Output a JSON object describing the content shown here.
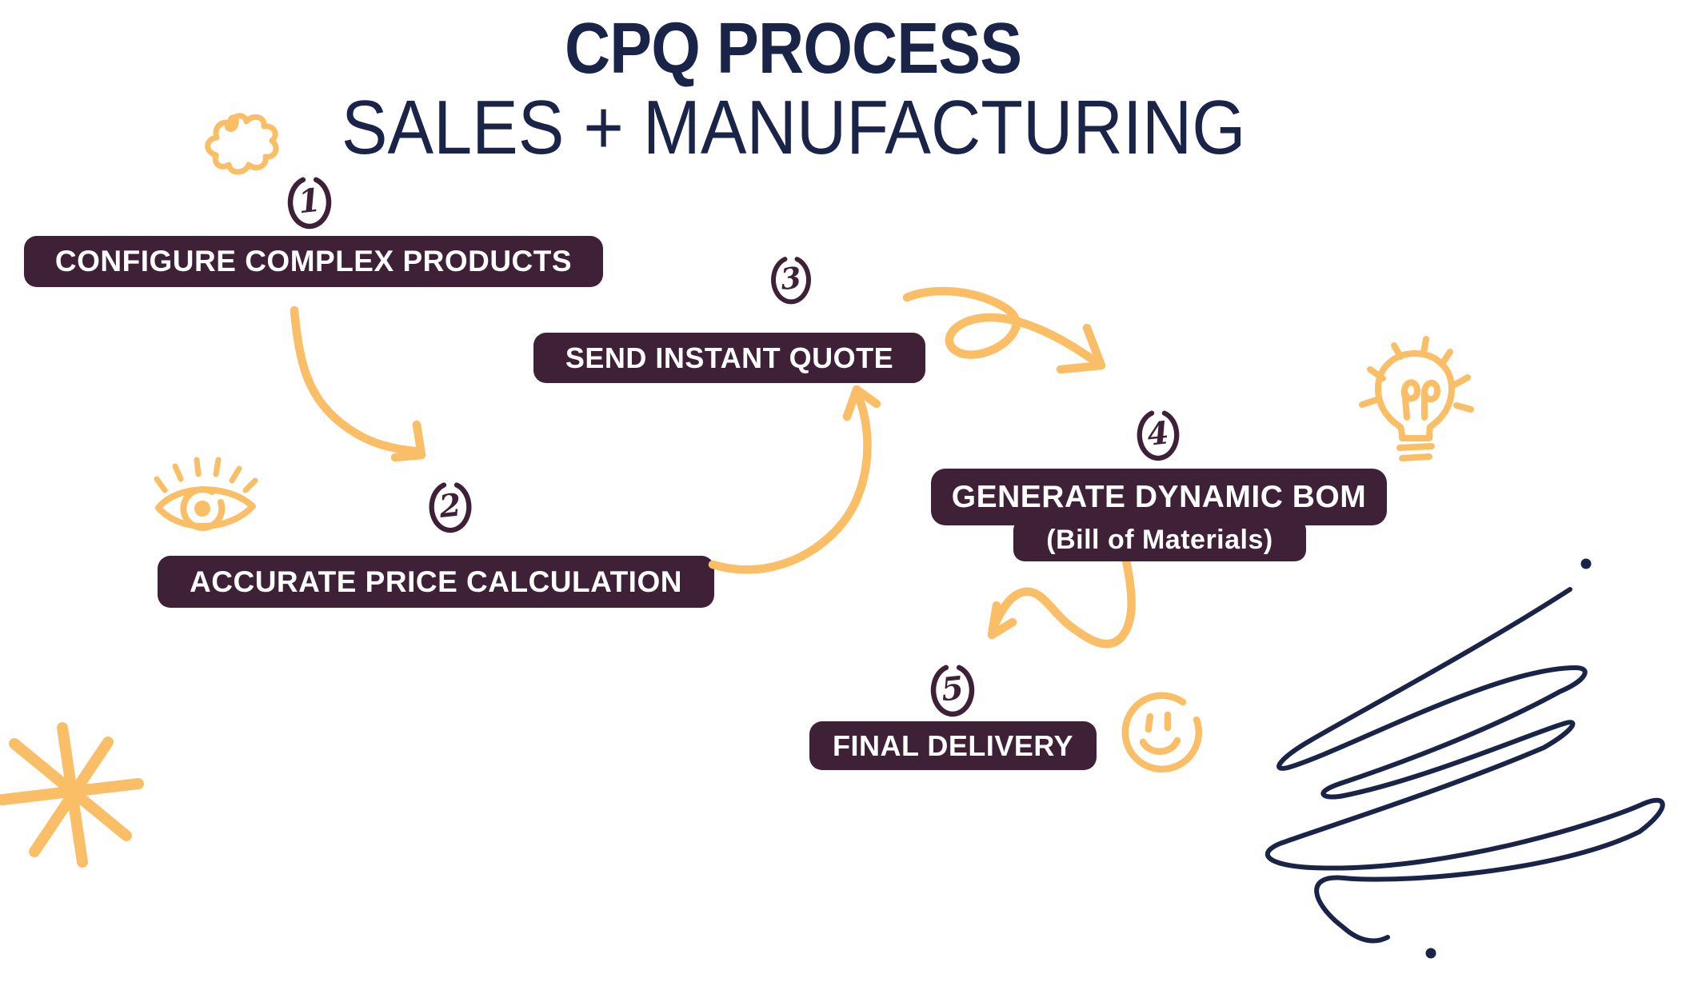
{
  "title": {
    "line1": "CPQ PROCESS",
    "line2": "SALES + MANUFACTURING"
  },
  "steps": [
    {
      "number": "1",
      "label": "CONFIGURE COMPLEX PRODUCTS"
    },
    {
      "number": "2",
      "label": "ACCURATE PRICE CALCULATION"
    },
    {
      "number": "3",
      "label": "SEND INSTANT QUOTE"
    },
    {
      "number": "4",
      "label": "GENERATE DYNAMIC BOM",
      "sublabel": "(Bill of Materials)"
    },
    {
      "number": "5",
      "label": "FINAL DELIVERY"
    }
  ],
  "decorations": [
    "cloud-doodle",
    "eye-doodle",
    "lightbulb-doodle",
    "smiley-doodle",
    "asterisk-doodle",
    "navy-scribble-doodle",
    "arrow-step1-to-step2",
    "arrow-step2-to-step3",
    "arrow-step3-to-step4",
    "arrow-step4-to-step5"
  ],
  "colors": {
    "navy": "#1A2348",
    "plum": "#3F2137",
    "yellow": "#F9BE66",
    "white": "#FFFFFF"
  }
}
